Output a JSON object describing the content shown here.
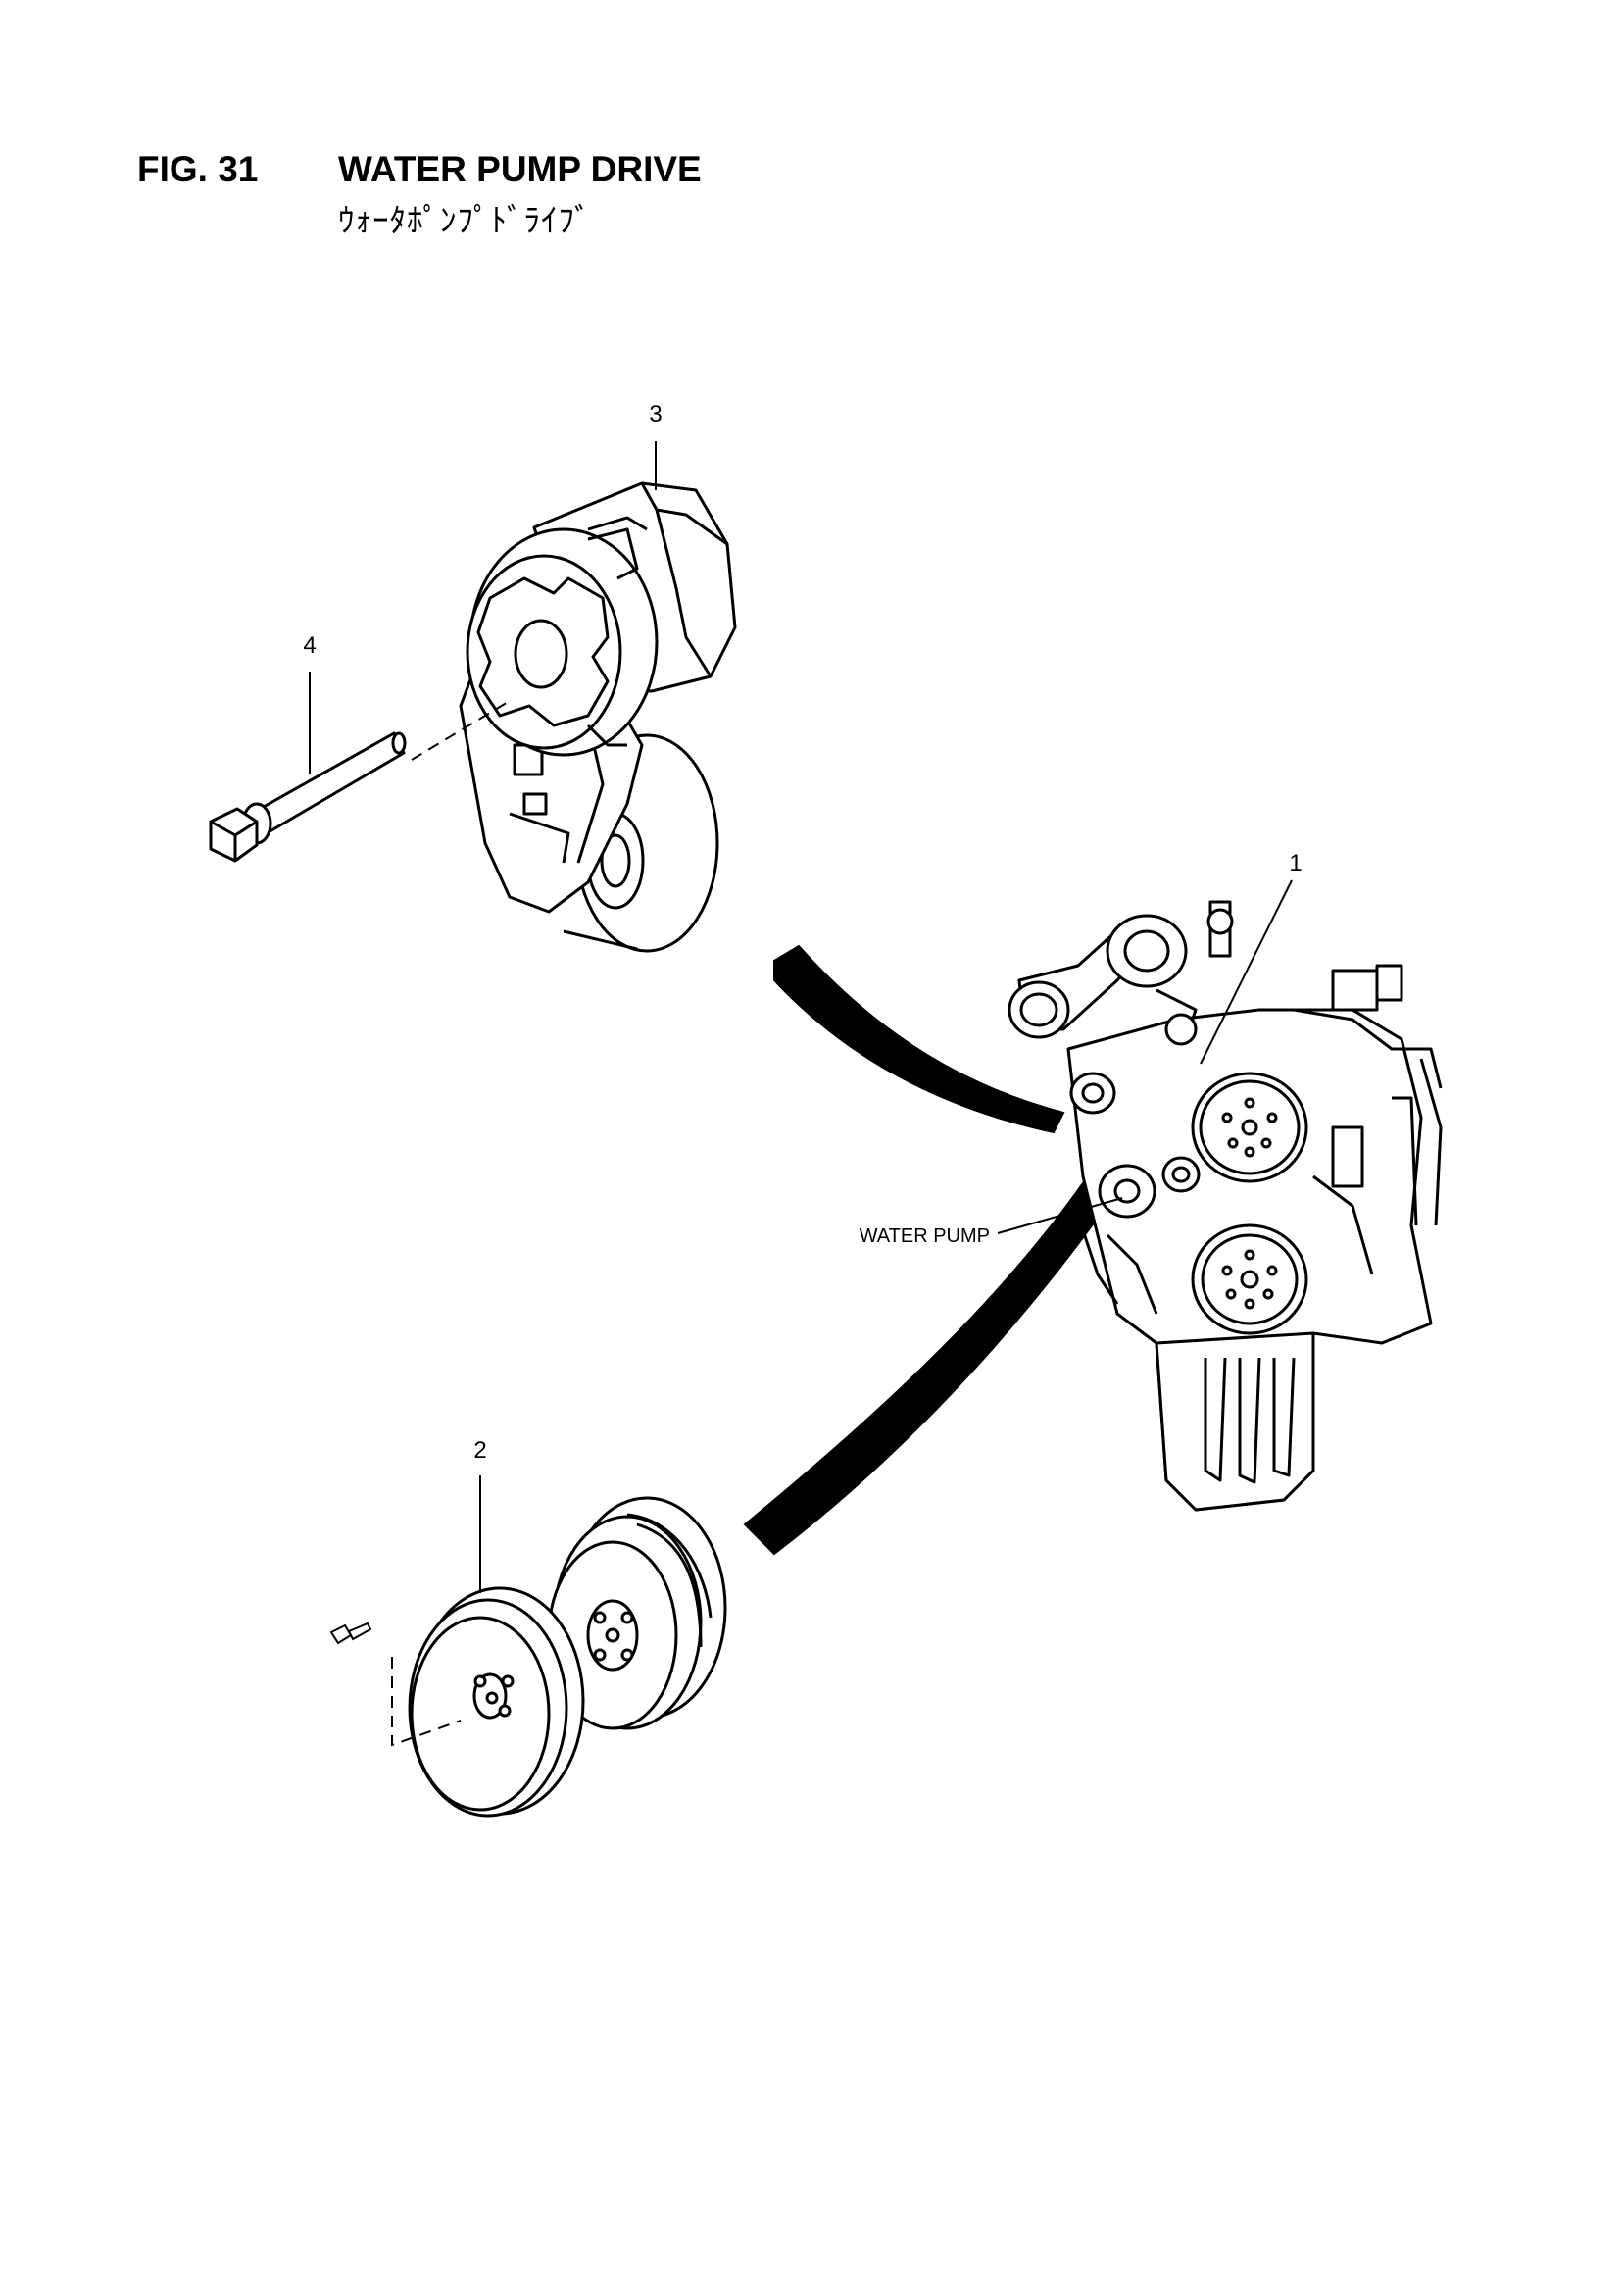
{
  "header": {
    "figure_number": "FIG. 31",
    "title": "WATER PUMP DRIVE",
    "subtitle": "ｳｫｰﾀﾎﾟﾝﾌﾟﾄﾞﾗｲﾌﾞ"
  },
  "callouts": [
    {
      "id": "callout-1",
      "text": "1"
    },
    {
      "id": "callout-2",
      "text": "2"
    },
    {
      "id": "callout-3",
      "text": "3"
    },
    {
      "id": "callout-4",
      "text": "4"
    }
  ],
  "labels": {
    "water_pump": "WATER PUMP"
  }
}
